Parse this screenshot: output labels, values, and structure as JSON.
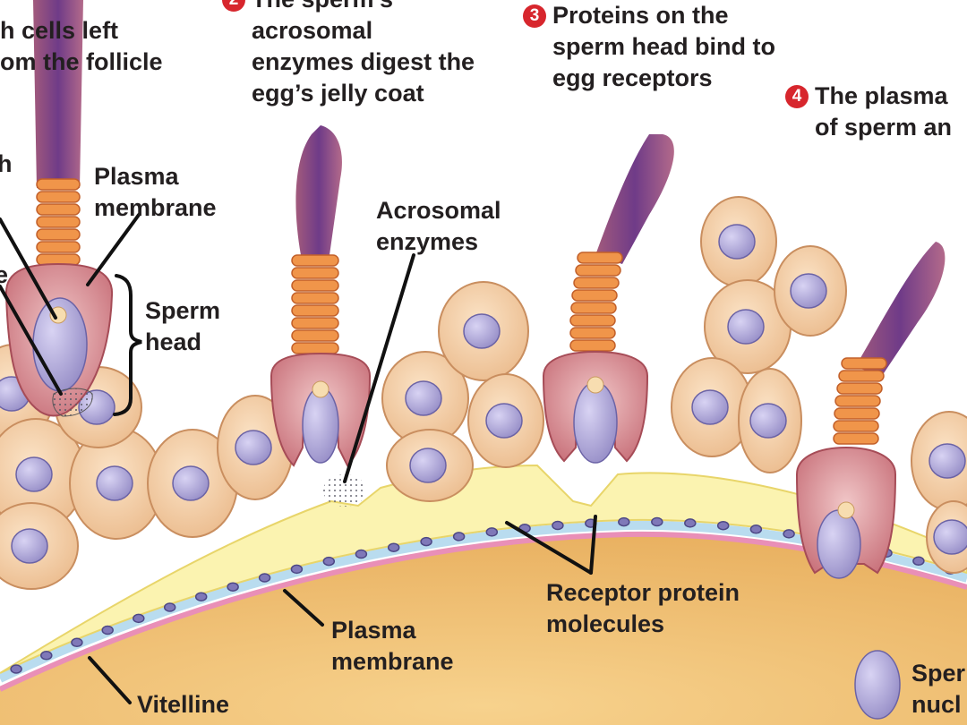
{
  "steps": [
    {
      "number": "2",
      "lines": [
        "The sperm’s",
        "acrosomal",
        "enzymes digest the",
        "egg’s jelly coat"
      ]
    },
    {
      "number": "3",
      "lines": [
        "Proteins on the",
        "sperm head bind to",
        "egg receptors"
      ]
    },
    {
      "number": "4",
      "lines": [
        "The plasma",
        "of sperm an"
      ]
    }
  ],
  "step1_fragment": [
    "h cells left",
    "om the follicle"
  ],
  "labels": {
    "sperm_plasma_membrane": [
      "Plasma",
      "membrane"
    ],
    "sperm_head": [
      "Sperm",
      "head"
    ],
    "acrosomal_enzymes": [
      "Acrosomal",
      "enzymes"
    ],
    "receptor_proteins": [
      "Receptor protein",
      "molecules"
    ],
    "egg_plasma_membrane": [
      "Plasma",
      "membrane"
    ],
    "vitelline": "Vitelline",
    "sperm_nucleus": [
      "Sper",
      "nucl"
    ],
    "left_edge_1": "h",
    "left_edge_2": "e"
  },
  "colors": {
    "step_badge": "#d7262d",
    "follicle_cell": "#f3cfa6",
    "cell_nucleus": "#a99fd0",
    "jelly_coat": "#fbf3b0",
    "egg_cytoplasm": "#f2c274",
    "sperm_tail": "#7b3f87",
    "midpiece": "#f0954a",
    "sperm_head": "#c9707a",
    "sperm_nucleus": "#aaa7df"
  }
}
